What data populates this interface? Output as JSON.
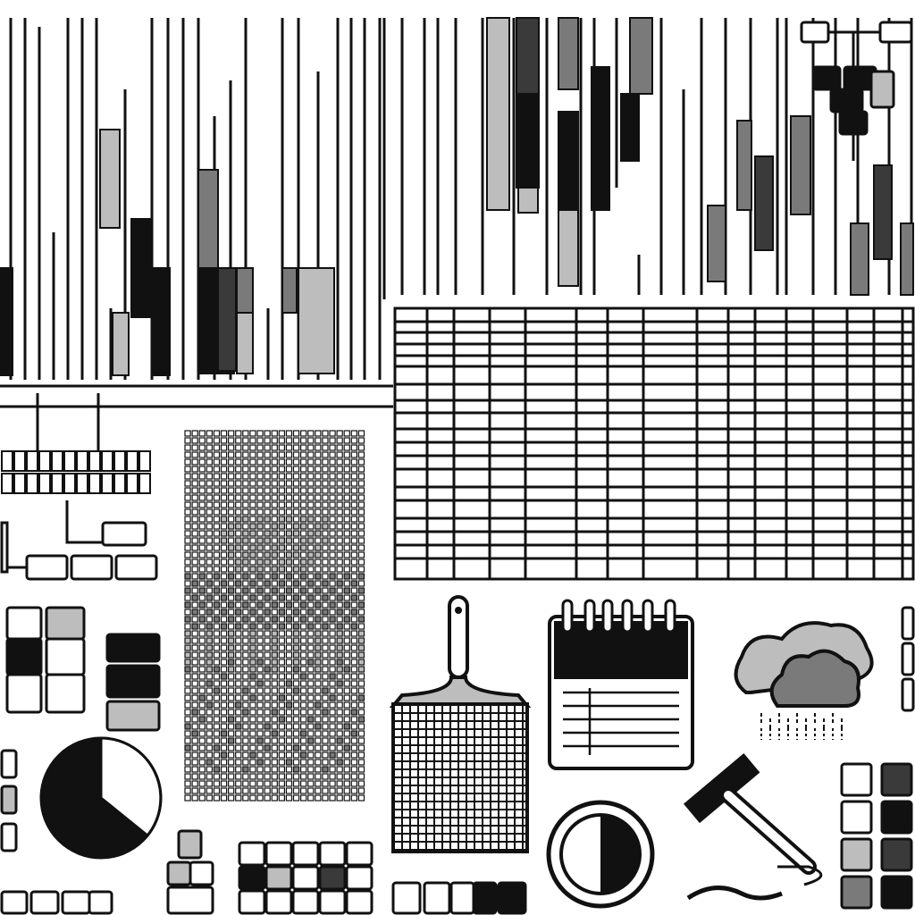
{
  "palette": {
    "background": "#ffffff",
    "ink": "#111111",
    "dark_gray": "#3a3a3a",
    "mid_gray": "#7a7a7a",
    "light_gray": "#bdbdbd"
  },
  "icons": [
    "bar-code-lines",
    "data-table-grid",
    "pixel-grid",
    "pie-chart-icon",
    "calendar-icon",
    "cloud-rain-icon",
    "spatula-icon",
    "half-circle-icon",
    "hammer-icon",
    "tree-diagram",
    "block-stack"
  ]
}
